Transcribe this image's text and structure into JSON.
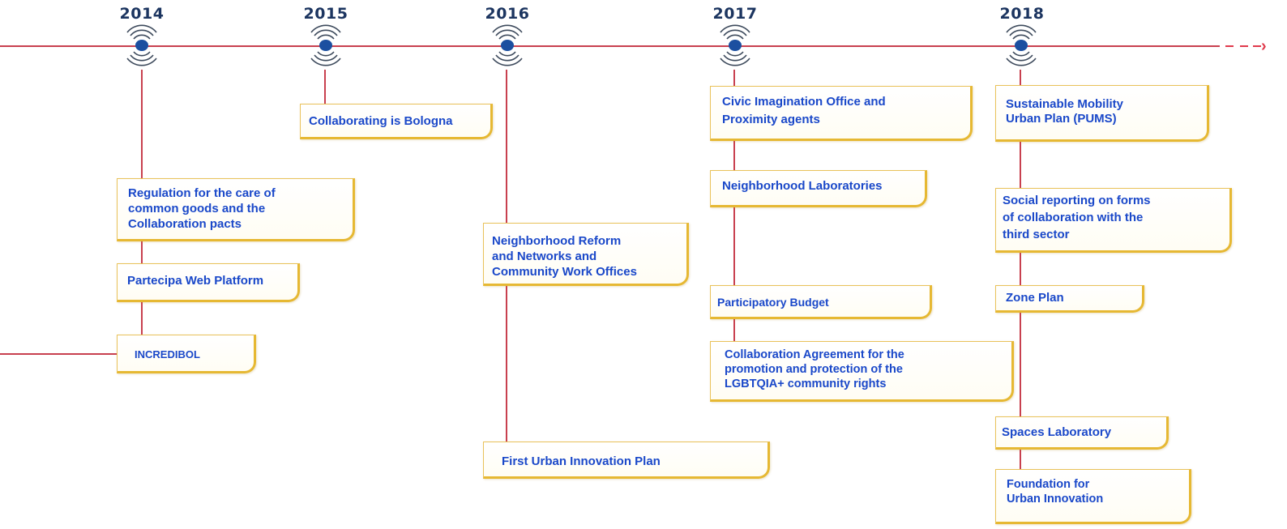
{
  "years": [
    "2014",
    "2015",
    "2016",
    "2017",
    "2018"
  ],
  "events": {
    "y2014": [
      "Regulation for the care of\ncommon goods and the\nCollaboration pacts",
      "Partecipa Web Platform",
      "INCREDIBOL"
    ],
    "y2015": [
      "Collaborating is Bologna"
    ],
    "y2016": [
      "Neighborhood Reform\nand Networks and\nCommunity Work Offices",
      "First Urban Innovation Plan"
    ],
    "y2017": [
      "Civic Imagination Office and\nProximity agents",
      "Neighborhood Laboratories",
      "Participatory Budget",
      "Collaboration Agreement for the\npromotion and protection of  the\nLGBTQIA+ community rights"
    ],
    "y2018": [
      "Sustainable Mobility\nUrban Plan (PUMS)",
      "Social reporting on forms\nof collaboration with the\nthird sector",
      "Zone Plan",
      "Spaces Laboratory",
      "Foundation for\nUrban Innovation"
    ]
  },
  "colors": {
    "line": "#c8404f",
    "marker": "#1c4fa0",
    "box_border": "#e6b833",
    "text": "#1a48c9",
    "year": "#1c3560"
  }
}
